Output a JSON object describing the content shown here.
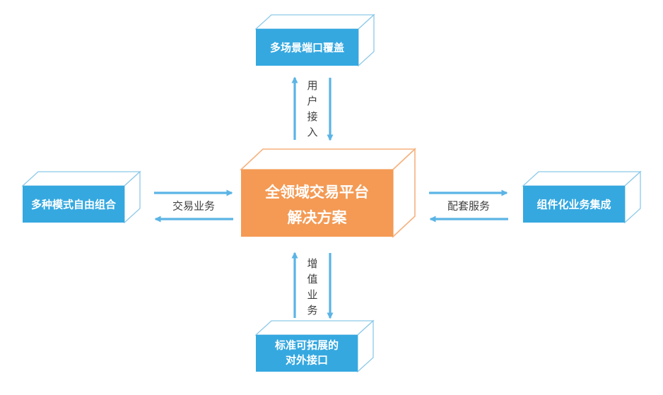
{
  "diagram": {
    "type": "block-architecture",
    "background_color": "#ffffff",
    "palette": {
      "blue_fill": "#35a8e0",
      "blue_stroke": "#8cc9e8",
      "orange_fill": "#f49a54",
      "orange_stroke": "#f6b27e",
      "arrow_color": "#5bb4e5",
      "label_color": "#404040",
      "box_text_color": "#ffffff"
    },
    "center": {
      "id": "center-node",
      "line1": "全领域交易平台",
      "line2": "解决方案",
      "fill": "#f49a54"
    },
    "nodes": [
      {
        "id": "node-top",
        "position": "top",
        "line1": "多场景端口覆盖",
        "line2": "",
        "fill": "#35a8e0"
      },
      {
        "id": "node-left",
        "position": "left",
        "line1": "多种模式自由组合",
        "line2": "",
        "fill": "#35a8e0"
      },
      {
        "id": "node-right",
        "position": "right",
        "line1": "组件化业务集成",
        "line2": "",
        "fill": "#35a8e0"
      },
      {
        "id": "node-bottom",
        "position": "bottom",
        "line1": "标准可拓展的",
        "line2": "对外接口",
        "fill": "#35a8e0"
      }
    ],
    "connectors": [
      {
        "id": "connector-top",
        "orientation": "vertical",
        "label": "用户接入",
        "label_chars": [
          "用",
          "户",
          "接",
          "入"
        ],
        "between": [
          "node-top",
          "center-node"
        ]
      },
      {
        "id": "connector-left",
        "orientation": "horizontal",
        "label": "交易业务",
        "label_chars": [
          "交",
          "易",
          "业",
          "务"
        ],
        "between": [
          "node-left",
          "center-node"
        ]
      },
      {
        "id": "connector-right",
        "orientation": "horizontal",
        "label": "配套服务",
        "label_chars": [
          "配",
          "套",
          "服",
          "务"
        ],
        "between": [
          "center-node",
          "node-right"
        ]
      },
      {
        "id": "connector-bottom",
        "orientation": "vertical",
        "label": "增值业务",
        "label_chars": [
          "增",
          "值",
          "业",
          "务"
        ],
        "between": [
          "node-bottom",
          "center-node"
        ]
      }
    ]
  }
}
